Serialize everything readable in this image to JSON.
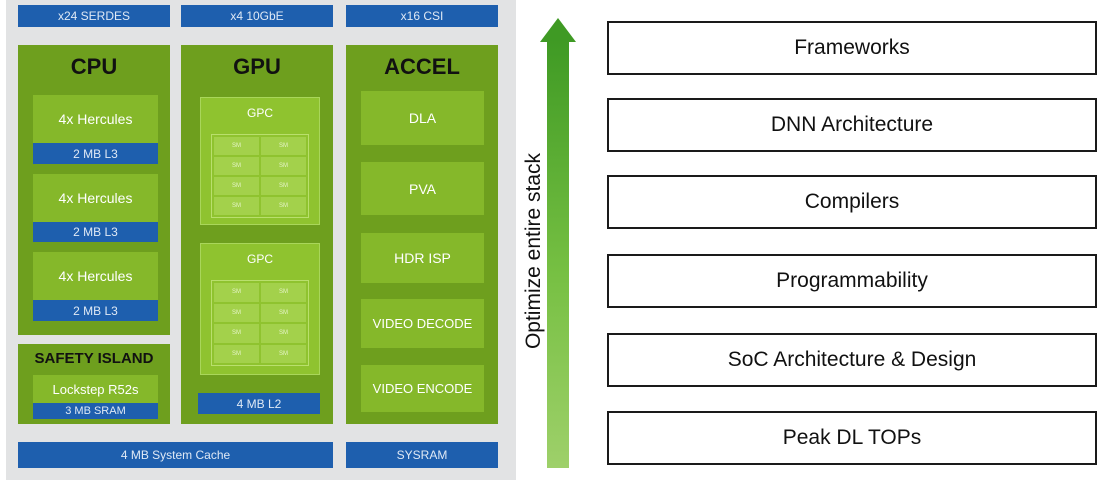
{
  "chip": {
    "top_bars": {
      "serdes": "x24 SERDES",
      "ten_gbe": "x4 10GbE",
      "csi": "x16 CSI"
    },
    "cpu": {
      "title": "CPU",
      "clusters": [
        {
          "core": "4x Hercules",
          "cache": "2 MB L3"
        },
        {
          "core": "4x Hercules",
          "cache": "2 MB L3"
        },
        {
          "core": "4x Hercules",
          "cache": "2 MB L3"
        }
      ]
    },
    "safety_island": {
      "title": "SAFETY ISLAND",
      "core": "Lockstep R52s",
      "memory": "3 MB SRAM"
    },
    "gpu": {
      "title": "GPU",
      "gpcs": [
        {
          "label": "GPC",
          "sm_labels": [
            "SM",
            "SM",
            "SM",
            "SM",
            "SM",
            "SM",
            "SM",
            "SM"
          ]
        },
        {
          "label": "GPC",
          "sm_labels": [
            "SM",
            "SM",
            "SM",
            "SM",
            "SM",
            "SM",
            "SM",
            "SM"
          ]
        }
      ],
      "cache": "4 MB L2"
    },
    "accel": {
      "title": "ACCEL",
      "blocks": [
        "DLA",
        "PVA",
        "HDR ISP",
        "VIDEO DECODE",
        "VIDEO ENCODE"
      ]
    },
    "bottom_bars": {
      "system_cache": "4 MB System Cache",
      "sysram": "SYSRAM"
    }
  },
  "arrow": {
    "label": "Optimize entire stack"
  },
  "stack": [
    "Frameworks",
    "DNN Architecture",
    "Compilers",
    "Programmability",
    "SoC Architecture & Design",
    "Peak DL TOPs"
  ],
  "colors": {
    "chip_background": "#e2e3e4",
    "block_green_dark": "#6e9f1e",
    "block_green_light": "#85b82a",
    "bus_blue": "#1e5fae",
    "arrow_green": "#77c043"
  }
}
